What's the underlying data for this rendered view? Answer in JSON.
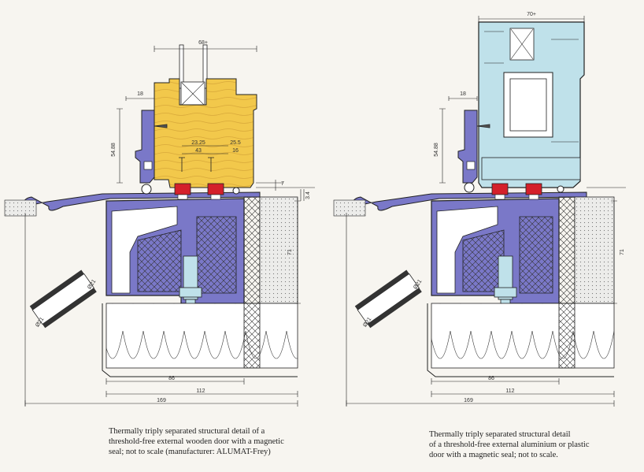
{
  "left_detail": {
    "dims": {
      "top_width": "68+",
      "sill_offset": "18",
      "frame_height": "54.88",
      "inner_a": "23.25",
      "inner_b": "43",
      "inner_c": "25.5",
      "inner_d": "16",
      "gap": "7",
      "threshold": "3.4",
      "depth": "71",
      "base_86": "86",
      "base_112": "112",
      "base_169": "169",
      "pipe": "Ø21"
    },
    "caption": [
      "Thermally triply separated structural detail of a",
      "threshold-free external wooden door with a magnetic",
      "seal; not to scale (manufacturer: ALUMAT-Frey)"
    ]
  },
  "right_detail": {
    "dims": {
      "top_width": "70+",
      "sill_offset": "18",
      "frame_height": "54.88",
      "depth": "71",
      "base_86": "86",
      "base_112": "112",
      "base_169": "169",
      "pipe": "Ø21"
    },
    "caption": [
      "Thermally triply separated structural detail",
      "of a threshold-free external aluminium or plastic",
      "door with a magnetic seal; not to scale."
    ]
  },
  "colors": {
    "wood": "#f2c84b",
    "aluminium": "#7a78c8",
    "pvc": "#bfe1ea",
    "seal_red": "#d4202a",
    "insulation": "#e8e6df",
    "line": "#222222"
  }
}
